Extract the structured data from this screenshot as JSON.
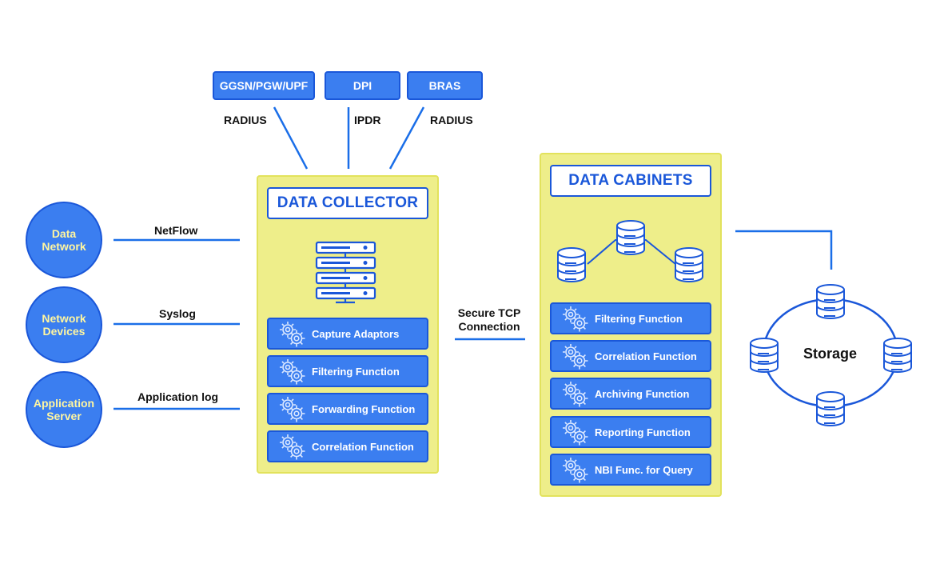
{
  "sources": [
    {
      "id": "ggsn",
      "label": "GGSN/PGW/UPF",
      "protocol": "RADIUS"
    },
    {
      "id": "dpi",
      "label": "DPI",
      "protocol": "IPDR"
    },
    {
      "id": "bras",
      "label": "BRAS",
      "protocol": "RADIUS"
    }
  ],
  "inputs": [
    {
      "label": "Data\nNetwork",
      "protocol": "NetFlow"
    },
    {
      "label": "Network\nDevices",
      "protocol": "Syslog"
    },
    {
      "label": "Application\nServer",
      "protocol": "Application log"
    }
  ],
  "collector": {
    "title": "DATA COLLECTOR",
    "functions": [
      "Capture Adaptors",
      "Filtering Function",
      "Forwarding Function",
      "Correlation Function"
    ]
  },
  "link": {
    "label_line1": "Secure TCP",
    "label_line2": "Connection"
  },
  "cabinets": {
    "title": "DATA CABINETS",
    "functions": [
      "Filtering Function",
      "Correlation Function",
      "Archiving Function",
      "Reporting Function",
      "NBI Func. for Query"
    ]
  },
  "storage": {
    "label": "Storage"
  },
  "colors": {
    "accent": "#3b7ef0",
    "accent_dark": "#1a57d9",
    "panel": "#eeee8a",
    "circle_text": "#fff6a0"
  },
  "icons": {
    "server_stack": "server-stack-icon",
    "gear": "gear-icon",
    "database": "database-icon"
  }
}
